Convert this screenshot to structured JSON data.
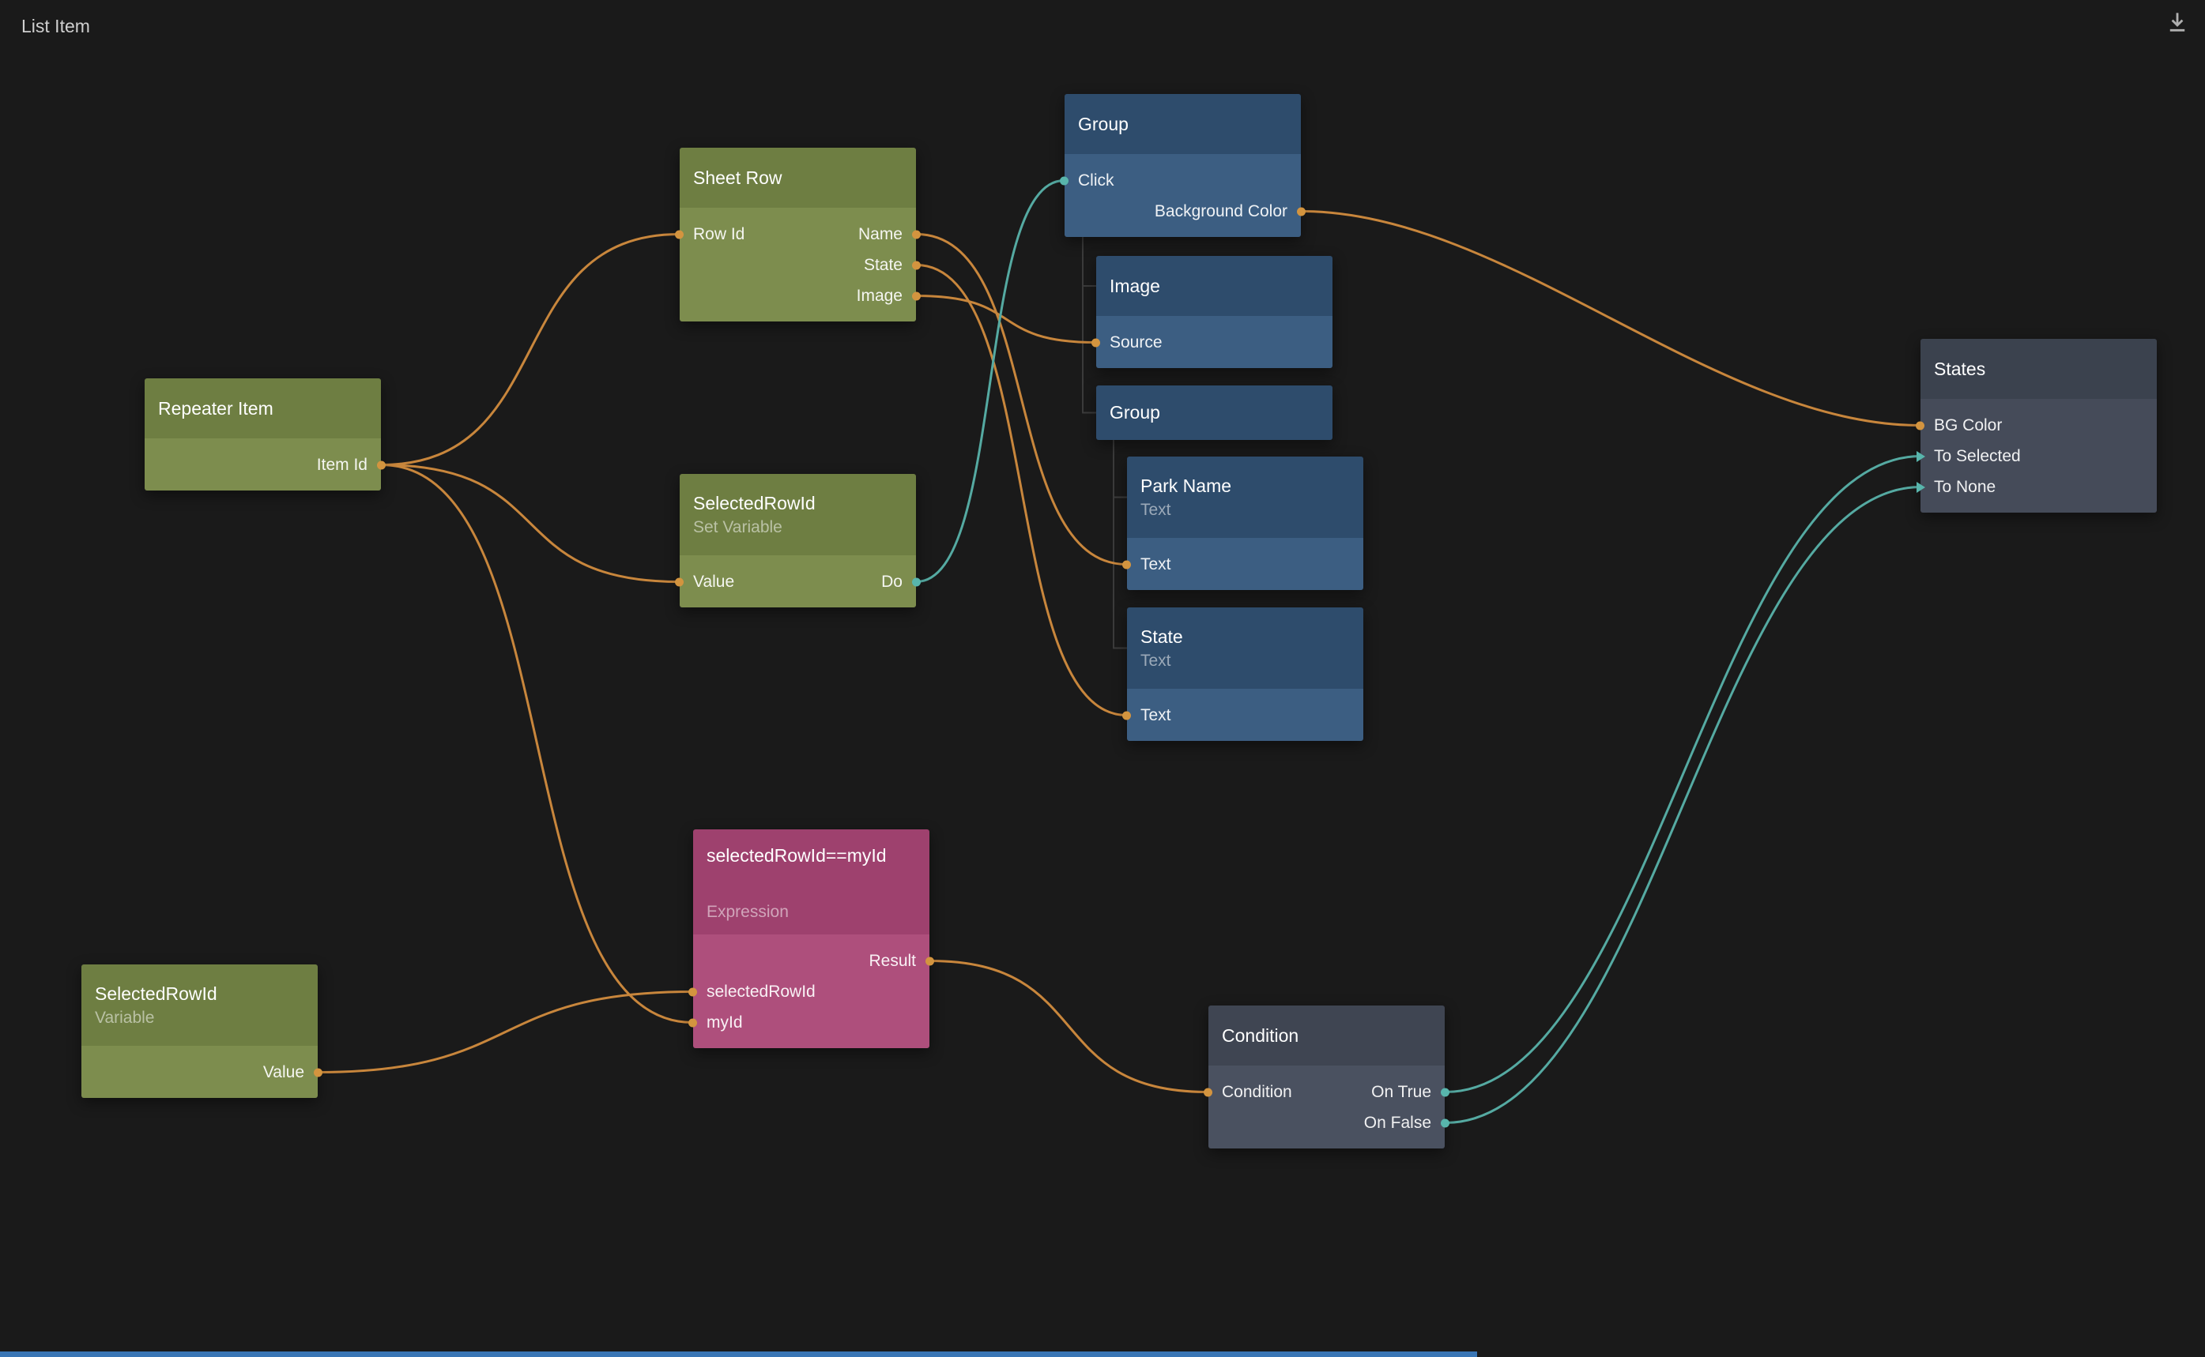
{
  "app": {
    "canvas_title": "List Item"
  },
  "toolbar": {
    "download_icon": "download"
  },
  "colors": {
    "background": "#1a1a1a",
    "wire_data": "#c8863c",
    "wire_signal": "#55aaa2",
    "tree_line": "#3b3b3b",
    "port_data": "#d3943f",
    "port_signal": "#58b5ac",
    "scrollbar": "#3a76b5",
    "node_green": "#7d8d4e",
    "node_blue": "#3c5e82",
    "node_pink": "#ae4f7c",
    "node_gray": "#4a5160"
  },
  "nodes": {
    "sheet_row": {
      "title": "Sheet Row",
      "ports": {
        "row_id": "Row Id",
        "name": "Name",
        "state": "State",
        "image": "Image"
      }
    },
    "group1": {
      "title": "Group",
      "ports": {
        "click": "Click",
        "background_color": "Background Color"
      }
    },
    "image1": {
      "title": "Image",
      "ports": {
        "source": "Source"
      }
    },
    "group2": {
      "title": "Group"
    },
    "park_name": {
      "title": "Park Name",
      "subtitle": "Text",
      "ports": {
        "text": "Text"
      }
    },
    "state1": {
      "title": "State",
      "subtitle": "Text",
      "ports": {
        "text": "Text"
      }
    },
    "repeater_item": {
      "title": "Repeater Item",
      "ports": {
        "item_id": "Item Id"
      }
    },
    "set_variable": {
      "title": "SelectedRowId",
      "subtitle": "Set Variable",
      "ports": {
        "value": "Value",
        "do": "Do"
      }
    },
    "expression1": {
      "title": "selectedRowId==myId",
      "subtitle": "Expression",
      "ports": {
        "result": "Result",
        "selected_row_id": "selectedRowId",
        "my_id": "myId"
      }
    },
    "variable1": {
      "title": "SelectedRowId",
      "subtitle": "Variable",
      "ports": {
        "value": "Value"
      }
    },
    "condition1": {
      "title": "Condition",
      "ports": {
        "condition": "Condition",
        "on_true": "On True",
        "on_false": "On False"
      }
    },
    "states1": {
      "title": "States",
      "ports": {
        "bg_color": "BG Color",
        "to_selected": "To Selected",
        "to_none": "To None"
      }
    }
  },
  "connections": [
    {
      "from": "repeater_item.item_id",
      "to": "sheet_row.row_id",
      "kind": "data"
    },
    {
      "from": "repeater_item.item_id",
      "to": "set_variable.value",
      "kind": "data"
    },
    {
      "from": "repeater_item.item_id",
      "to": "expression1.my_id",
      "kind": "data"
    },
    {
      "from": "sheet_row.name",
      "to": "park_name.text",
      "kind": "data"
    },
    {
      "from": "sheet_row.state",
      "to": "state1.text",
      "kind": "data"
    },
    {
      "from": "sheet_row.image",
      "to": "image1.source",
      "kind": "data"
    },
    {
      "from": "variable1.value",
      "to": "expression1.selected_row_id",
      "kind": "data"
    },
    {
      "from": "expression1.result",
      "to": "condition1.condition",
      "kind": "data"
    },
    {
      "from": "group1.background_color",
      "to": "states1.bg_color",
      "kind": "data"
    },
    {
      "from": "set_variable.do",
      "to": "group1.click",
      "kind": "signal"
    },
    {
      "from": "condition1.on_true",
      "to": "states1.to_selected",
      "kind": "signal"
    },
    {
      "from": "condition1.on_false",
      "to": "states1.to_none",
      "kind": "signal"
    }
  ],
  "hierarchy": [
    {
      "parent": "group1",
      "children": [
        "image1",
        "group2"
      ]
    },
    {
      "parent": "group2",
      "children": [
        "park_name",
        "state1"
      ]
    }
  ]
}
